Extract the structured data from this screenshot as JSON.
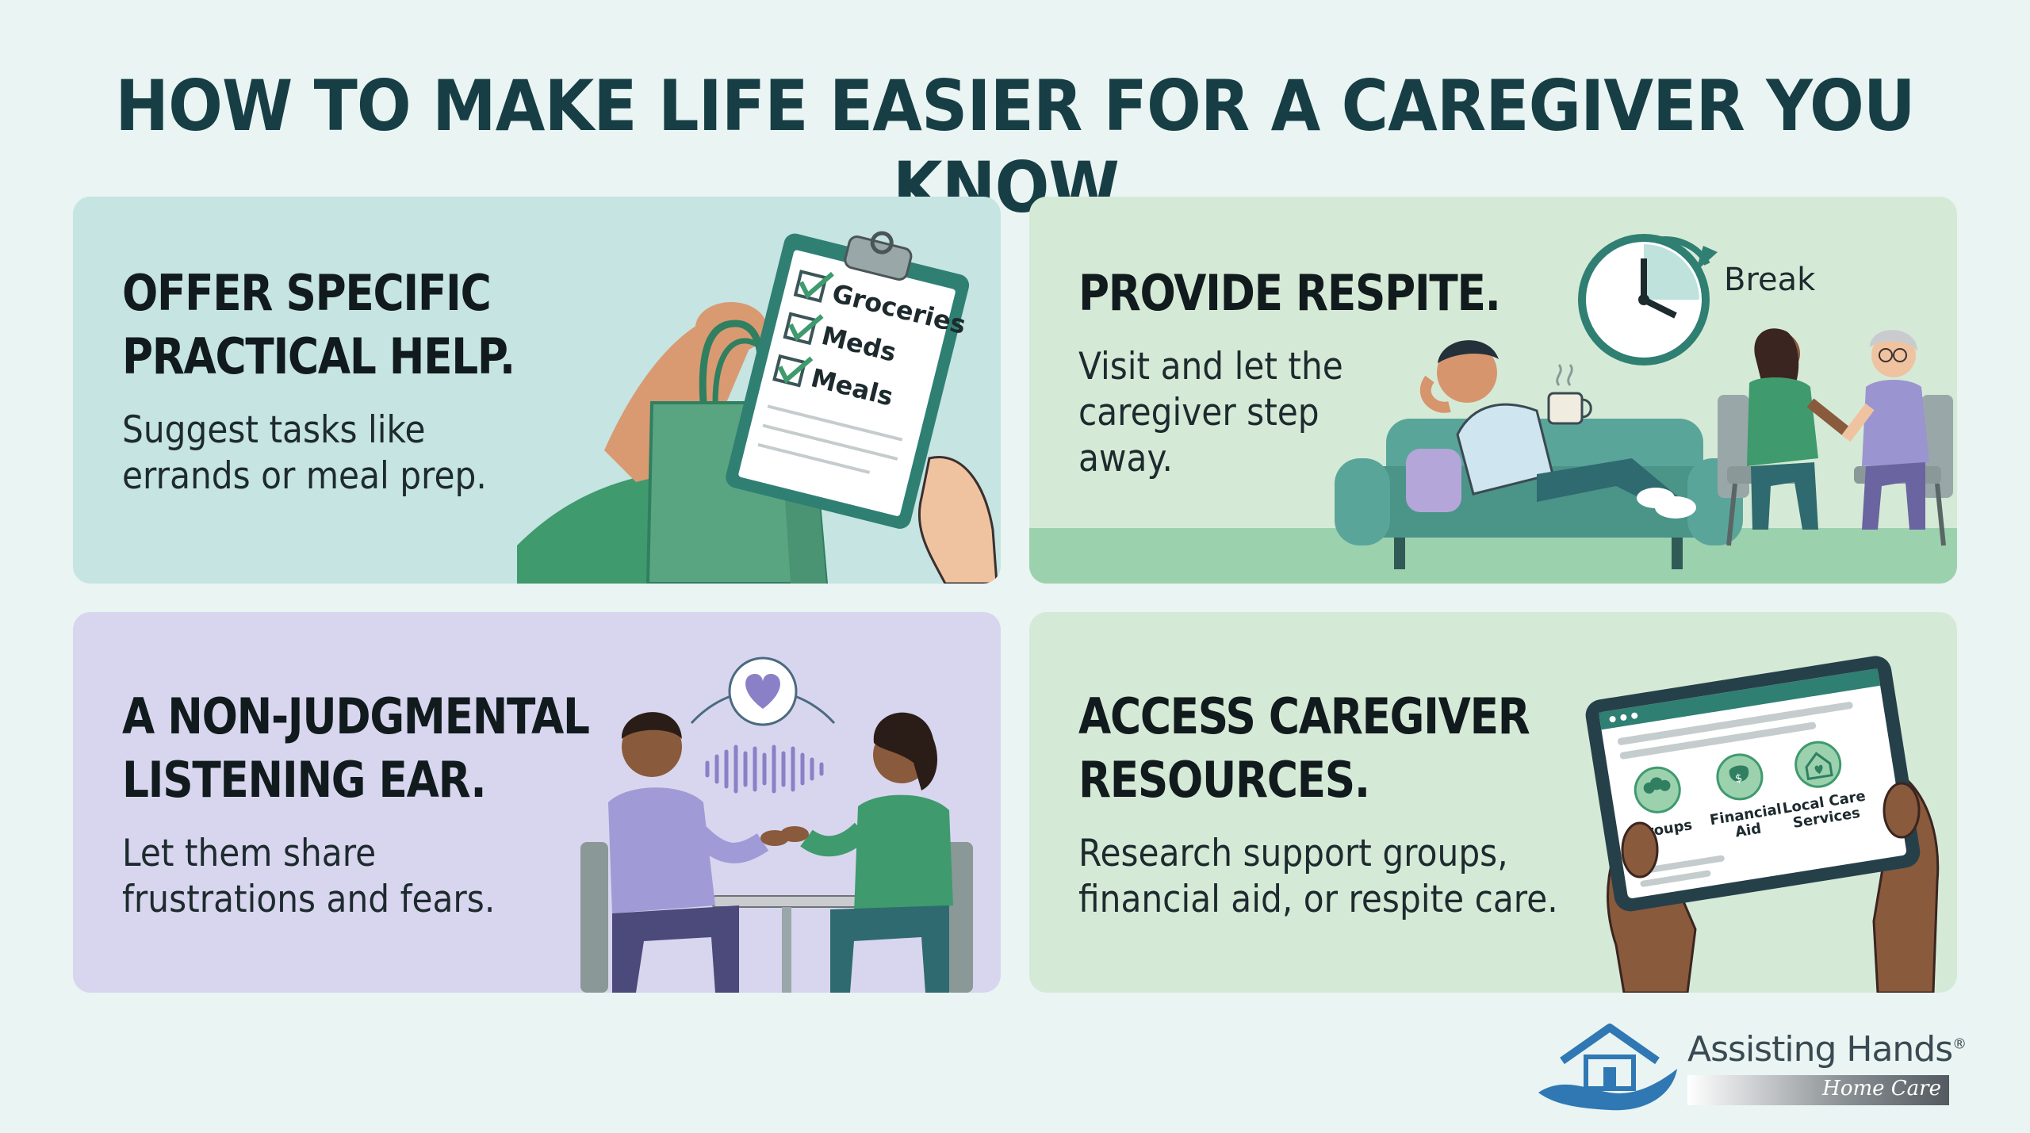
{
  "title": "HOW TO MAKE LIFE EASIER FOR A CAREGIVER YOU KNOW.",
  "cards": [
    {
      "title_lines": [
        "OFFER SPECIFIC",
        "PRACTICAL HELP."
      ],
      "body_lines": [
        "Suggest tasks like",
        "errands or meal prep."
      ],
      "checklist": [
        "Groceries",
        "Meds",
        "Meals"
      ]
    },
    {
      "title_lines": [
        "PROVIDE RESPITE."
      ],
      "body_lines": [
        "Visit and let the",
        "caregiver step",
        "away."
      ],
      "clock_label": "Break"
    },
    {
      "title_lines": [
        "A NON-JUDGMENTAL",
        "LISTENING EAR."
      ],
      "body_lines": [
        "Let them share",
        "frustrations and fears."
      ]
    },
    {
      "title_lines": [
        "ACCESS CAREGIVER",
        "RESOURCES."
      ],
      "body_lines": [
        "Research support groups,",
        "financial aid, or respite care."
      ],
      "tablet_items": [
        {
          "line1": "Groups",
          "line2": "",
          "icon": "people-icon"
        },
        {
          "line1": "Financial",
          "line2": "Aid",
          "icon": "money-bag-icon"
        },
        {
          "line1": "Local Care",
          "line2": "Services",
          "icon": "house-heart-icon"
        }
      ]
    }
  ],
  "logo": {
    "name": "Assisting Hands",
    "registered": "®",
    "subtitle": "Home Care"
  },
  "colors": {
    "background": "#e9f4f3",
    "title": "#173e44",
    "card1": "#c5e4e2",
    "card2": "#d5ead6",
    "card3": "#d8d6ee",
    "card4": "#d5ead6",
    "accent_green": "#5aa581",
    "accent_teal": "#2f7f73"
  }
}
